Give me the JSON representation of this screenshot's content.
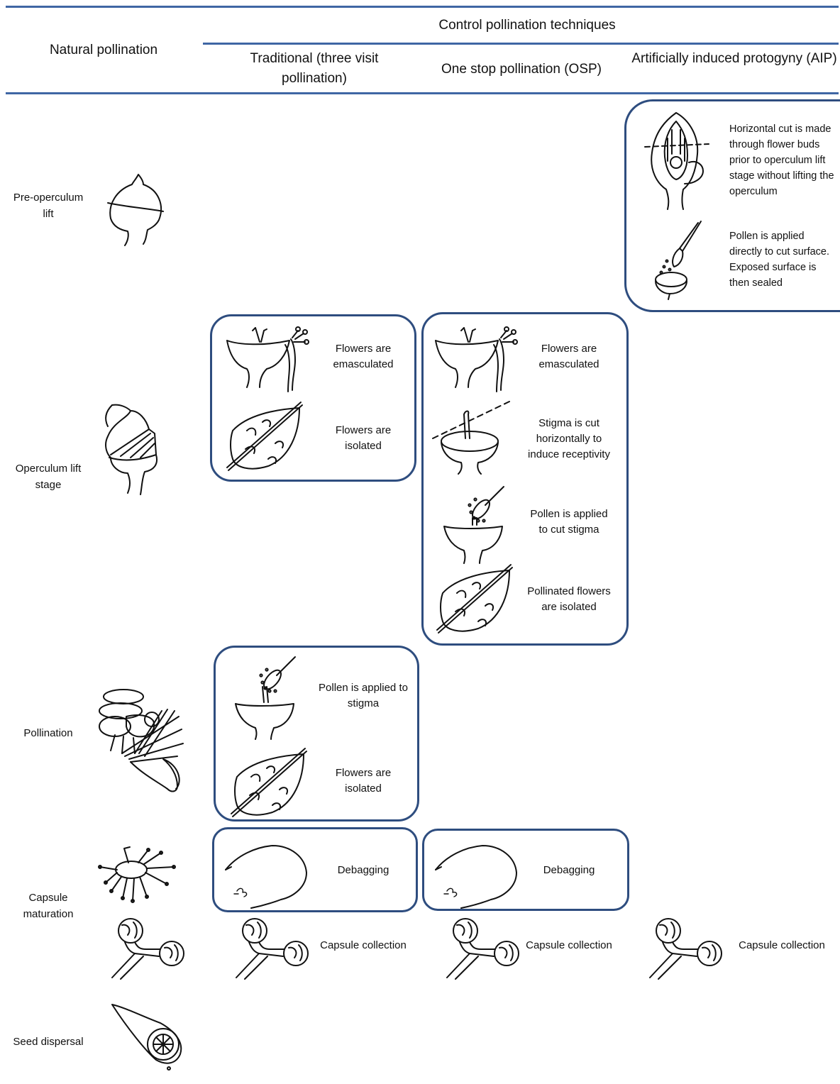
{
  "header": {
    "natural": "Natural pollination",
    "control": "Control pollination techniques",
    "traditional": "Traditional (three visit pollination)",
    "osp": "One stop pollination (OSP)",
    "aip": "Artificially induced protogyny (AIP)"
  },
  "rows": {
    "pre_operculum": "Pre-operculum lift",
    "operculum": "Operculum lift stage",
    "pollination": "Pollination",
    "capsule": "Capsule maturation",
    "seed": "Seed dispersal"
  },
  "aip_box": {
    "cut": "Horizontal cut is made through flower buds prior to operculum lift stage without lifting the operculum",
    "pollen": "Pollen is applied directly to cut surface. Exposed surface is then sealed"
  },
  "trad_box1": {
    "emasculated": "Flowers are emasculated",
    "isolated": "Flowers are isolated"
  },
  "osp_box": {
    "emasculated": "Flowers are emasculated",
    "stigma_cut": "Stigma is cut horizontally to induce receptivity",
    "pollen": "Pollen is applied to cut stigma",
    "isolated": "Pollinated flowers are isolated"
  },
  "trad_box2": {
    "pollen": "Pollen is applied to stigma",
    "isolated": "Flowers are isolated"
  },
  "debag": {
    "trad": "Debagging",
    "osp": "Debagging"
  },
  "capsule_collection": {
    "trad": "Capsule collection",
    "osp": "Capsule collection",
    "aip": "Capsule collection"
  },
  "colors": {
    "rule": "#3f66a4",
    "box_border": "#2e4d7f"
  }
}
